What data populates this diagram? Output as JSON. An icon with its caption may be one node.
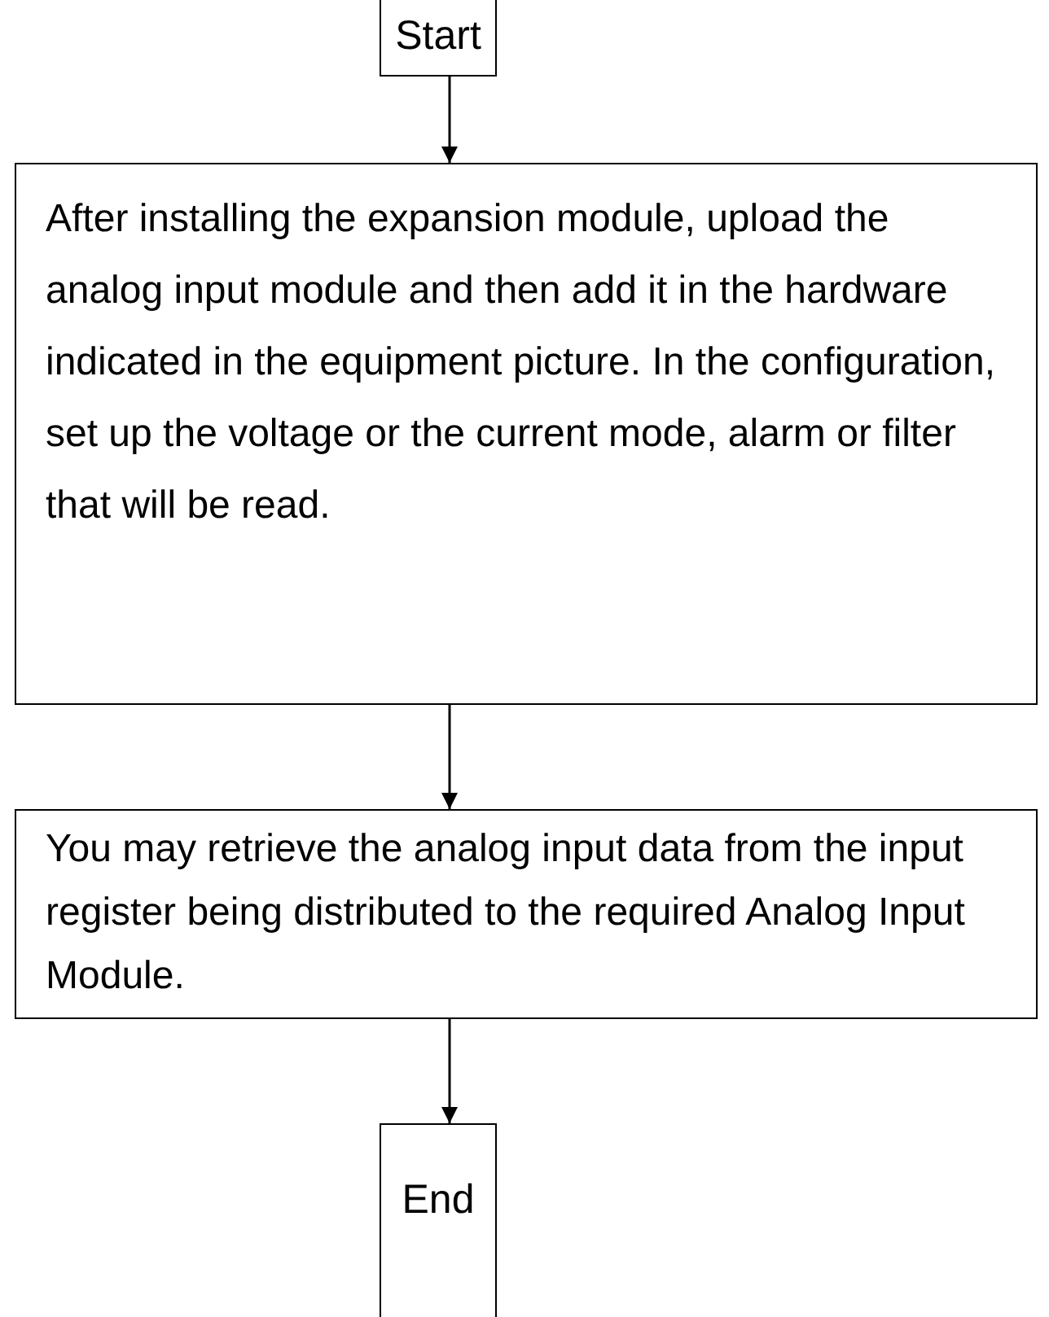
{
  "diagram": {
    "nodes": [
      {
        "text": [
          "Start"
        ]
      },
      {
        "text": [
          "After installing the expansion module, upload the analog input module and then add it in the hardware indicated in the equipment picture. In the configuration, set up the voltage or the current mode, alarm or filter that will be read."
        ]
      },
      {
        "text": [
          "You may retrieve the analog input data from the input register being distributed to the required Analog Input Module."
        ]
      },
      {
        "text": [
          "End"
        ]
      }
    ],
    "edges": [
      {
        "from": 0,
        "to": 1,
        "arrow": "to"
      },
      {
        "from": 1,
        "to": 2,
        "arrow": "to"
      },
      {
        "from": 2,
        "to": 3,
        "arrow": "to"
      }
    ]
  }
}
